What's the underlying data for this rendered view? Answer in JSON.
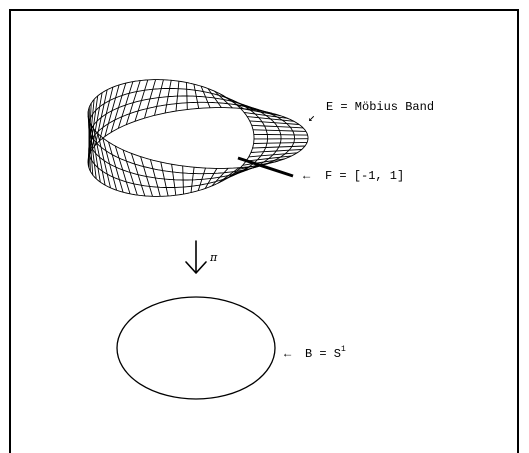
{
  "labels": {
    "total_space": "E = Möbius Band",
    "fiber": "F = [-1, 1]",
    "base_prefix": "B = S",
    "base_exponent": "1",
    "projection": "π"
  },
  "arrows": {
    "total_space_pointer": "↙",
    "fiber_pointer": "←",
    "base_pointer": "←"
  }
}
